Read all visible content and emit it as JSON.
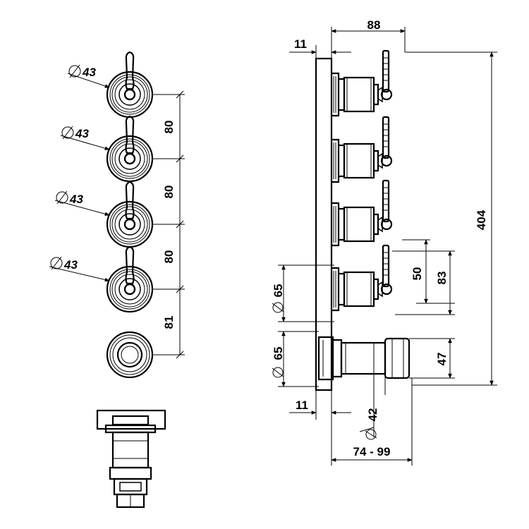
{
  "diameter_symbol": "⌀",
  "front_view": {
    "handle_diameters": [
      "43",
      "43",
      "43",
      "43"
    ],
    "spacings": [
      "80",
      "80",
      "80",
      "81"
    ]
  },
  "side_view": {
    "total_depth": "88",
    "wall_offset_top": "11",
    "wall_offset_bottom": "11",
    "total_height": "404",
    "handle_height_small": "50",
    "handle_height_large": "83",
    "rosette_diameter_upper": "65",
    "rosette_diameter_lower": "65",
    "spout_height": "47",
    "spout_diameter": "42",
    "depth_range": "74 - 99"
  }
}
